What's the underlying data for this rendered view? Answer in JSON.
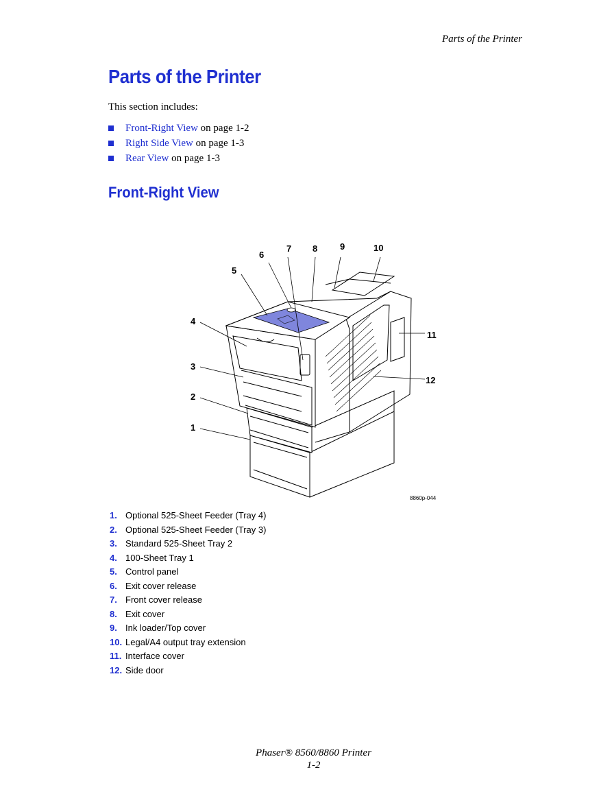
{
  "running_head": "Parts of the Printer",
  "title": "Parts of the Printer",
  "intro": "This section includes:",
  "links": [
    {
      "text": "Front-Right View",
      "suffix": " on page 1-2"
    },
    {
      "text": "Right Side View",
      "suffix": " on page 1-3"
    },
    {
      "text": "Rear View",
      "suffix": " on page 1-3"
    }
  ],
  "section_title": "Front-Right View",
  "figure": {
    "id": "8860p-044",
    "callouts": [
      "1",
      "2",
      "3",
      "4",
      "5",
      "6",
      "7",
      "8",
      "9",
      "10",
      "11",
      "12"
    ]
  },
  "parts": [
    {
      "num": "1.",
      "label": "Optional 525-Sheet Feeder (Tray 4)"
    },
    {
      "num": "2.",
      "label": "Optional 525-Sheet Feeder (Tray 3)"
    },
    {
      "num": "3.",
      "label": "Standard 525-Sheet Tray 2"
    },
    {
      "num": "4.",
      "label": "100-Sheet Tray 1"
    },
    {
      "num": "5.",
      "label": "Control panel"
    },
    {
      "num": "6.",
      "label": "Exit cover release"
    },
    {
      "num": "7.",
      "label": "Front cover release"
    },
    {
      "num": "8.",
      "label": "Exit cover"
    },
    {
      "num": "9.",
      "label": "Ink loader/Top cover"
    },
    {
      "num": "10.",
      "label": "Legal/A4 output tray extension"
    },
    {
      "num": "11.",
      "label": "Interface cover"
    },
    {
      "num": "12.",
      "label": "Side door"
    }
  ],
  "footer": {
    "line1": "Phaser® 8560/8860 Printer",
    "line2": "1-2"
  },
  "colors": {
    "accent": "#1f2fd0",
    "panel": "#7f86dd"
  }
}
